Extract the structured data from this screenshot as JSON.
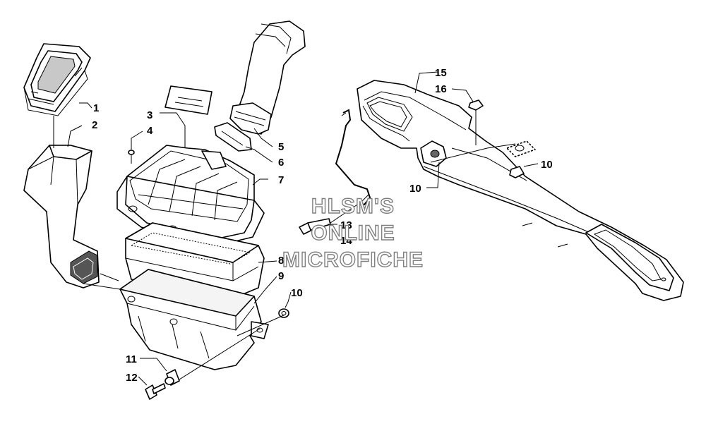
{
  "callouts": [
    {
      "id": "c1",
      "label": "1"
    },
    {
      "id": "c2",
      "label": "2"
    },
    {
      "id": "c3",
      "label": "3"
    },
    {
      "id": "c4",
      "label": "4"
    },
    {
      "id": "c5",
      "label": "5"
    },
    {
      "id": "c6",
      "label": "6"
    },
    {
      "id": "c7",
      "label": "7"
    },
    {
      "id": "c8",
      "label": "8"
    },
    {
      "id": "c9",
      "label": "9"
    },
    {
      "id": "c10a",
      "label": "10"
    },
    {
      "id": "c10b",
      "label": "10"
    },
    {
      "id": "c10c",
      "label": "10"
    },
    {
      "id": "c11",
      "label": "11"
    },
    {
      "id": "c12",
      "label": "12"
    },
    {
      "id": "c13",
      "label": "13"
    },
    {
      "id": "c14",
      "label": "14"
    },
    {
      "id": "c15",
      "label": "15"
    },
    {
      "id": "c16",
      "label": "16"
    }
  ],
  "watermark": {
    "line1": "HLSM'S",
    "line2": "ONLINE",
    "line3": "MICROFICHE",
    "color": "#7f7f7f"
  }
}
